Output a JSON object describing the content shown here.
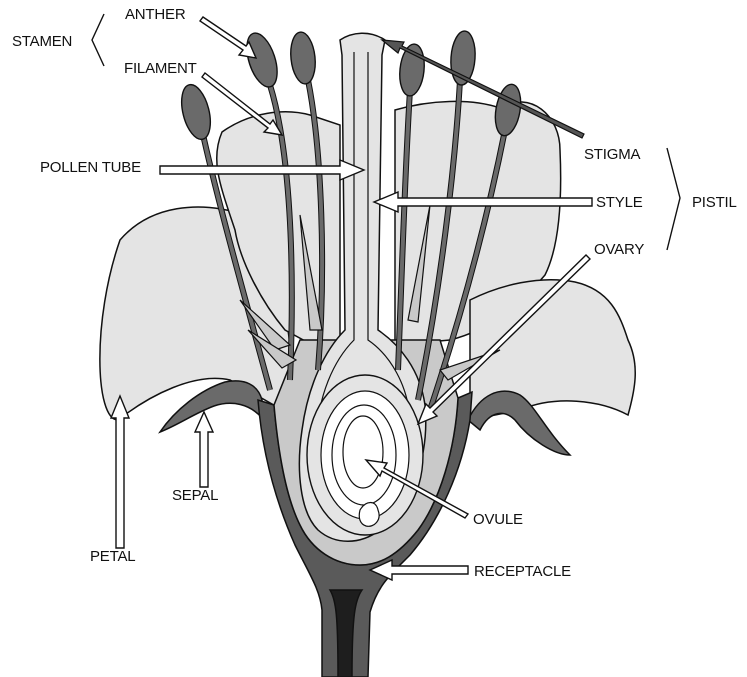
{
  "labels": {
    "stamen": "STAMEN",
    "anther": "ANTHER",
    "filament": "FILAMENT",
    "pollen_tube": "POLLEN TUBE",
    "stigma": "STIGMA",
    "style": "STYLE",
    "pistil": "PISTIL",
    "ovary": "OVARY",
    "ovule": "OVULE",
    "sepal": "SEPAL",
    "petal": "PETAL",
    "receptacle": "RECEPTACLE"
  },
  "colors": {
    "petal_fill": "#e4e4e4",
    "tissue_fill": "#c9c9c9",
    "receptacle_dark": "#5a5a5a",
    "anther_fill": "#6a6a6a",
    "outline": "#111111"
  }
}
